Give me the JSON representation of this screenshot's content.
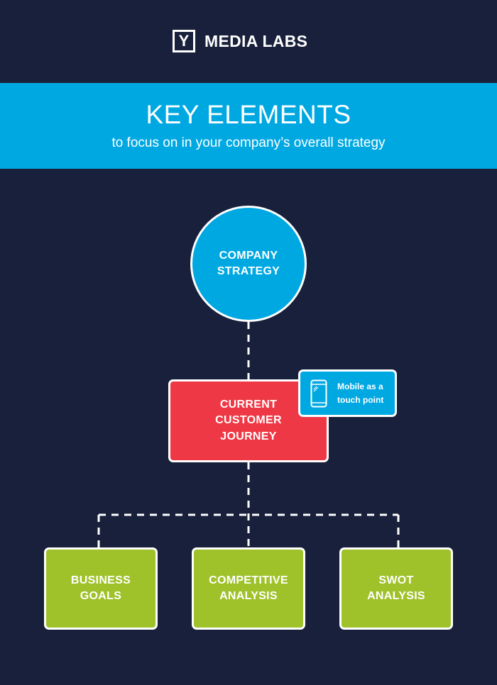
{
  "brand": {
    "logo_mark": "Y",
    "name": "MEDIA LABS",
    "icon": "y-logo-icon"
  },
  "banner": {
    "title": "KEY ELEMENTS",
    "subtitle": "to focus on in your company’s overall strategy"
  },
  "diagram": {
    "root": {
      "label": "COMPANY\nSTRATEGY"
    },
    "middle": {
      "label": "CURRENT\nCUSTOMER\nJOURNEY"
    },
    "callout": {
      "label": "Mobile as a\ntouch point",
      "icon": "mobile-phone-icon"
    },
    "leaves": [
      {
        "label": "BUSINESS\nGOALS"
      },
      {
        "label": "COMPETITIVE\nANALYSIS"
      },
      {
        "label": "SWOT\nANALYSIS"
      }
    ],
    "edges": [
      {
        "from": "COMPANY STRATEGY",
        "to": "CURRENT CUSTOMER JOURNEY",
        "style": "dashed"
      },
      {
        "from": "CURRENT CUSTOMER JOURNEY",
        "to": "BUSINESS GOALS",
        "style": "dashed"
      },
      {
        "from": "CURRENT CUSTOMER JOURNEY",
        "to": "COMPETITIVE ANALYSIS",
        "style": "dashed"
      },
      {
        "from": "CURRENT CUSTOMER JOURNEY",
        "to": "SWOT ANALYSIS",
        "style": "dashed"
      }
    ]
  },
  "colors": {
    "background": "#18203b",
    "blue": "#00a8e2",
    "red": "#ef3845",
    "green": "#9fc22b",
    "line": "#ffffff"
  }
}
